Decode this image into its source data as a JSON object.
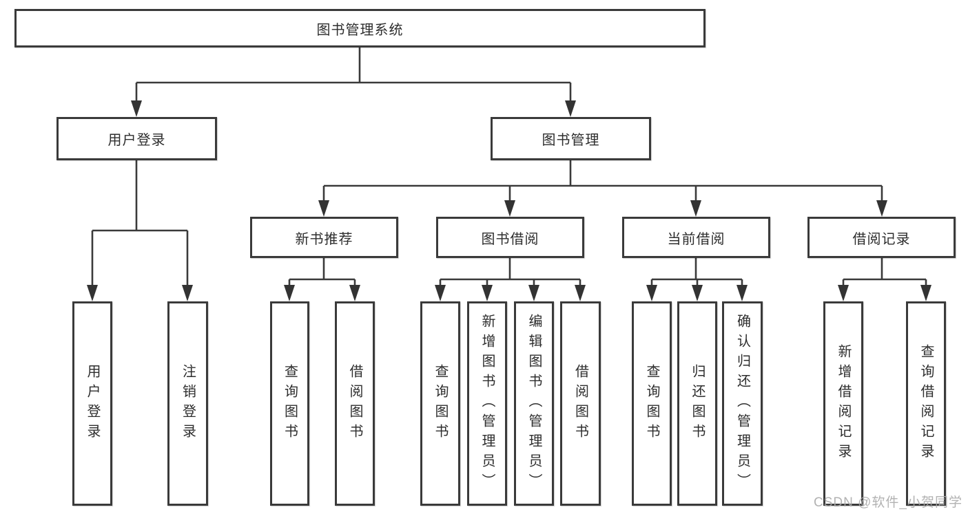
{
  "diagram": {
    "type": "tree",
    "nodes": {
      "root": {
        "label": "图书管理系统"
      },
      "login": {
        "label": "用户登录",
        "children": [
          {
            "label": "用户登录"
          },
          {
            "label": "注销登录"
          }
        ]
      },
      "management": {
        "label": "图书管理",
        "children": [
          {
            "label": "新书推荐",
            "children": [
              {
                "label": "查询图书"
              },
              {
                "label": "借阅图书"
              }
            ]
          },
          {
            "label": "图书借阅",
            "children": [
              {
                "label": "查询图书"
              },
              {
                "label": "新增图书（管理员）"
              },
              {
                "label": "编辑图书（管理员）"
              },
              {
                "label": "借阅图书"
              }
            ]
          },
          {
            "label": "当前借阅",
            "children": [
              {
                "label": "查询图书"
              },
              {
                "label": "归还图书"
              },
              {
                "label": "确认归还（管理员）"
              }
            ]
          },
          {
            "label": "借阅记录",
            "children": [
              {
                "label": "新增借阅记录"
              },
              {
                "label": "查询借阅记录"
              }
            ]
          }
        ]
      }
    },
    "colors": {
      "box_border": "#3a3a3a",
      "connector": "#3a3a3a",
      "text": "#2d2d2d",
      "background": "#ffffff",
      "watermark": "#aaaaaa"
    }
  },
  "watermark": {
    "text": "CSDN @软件_小贺同学"
  }
}
